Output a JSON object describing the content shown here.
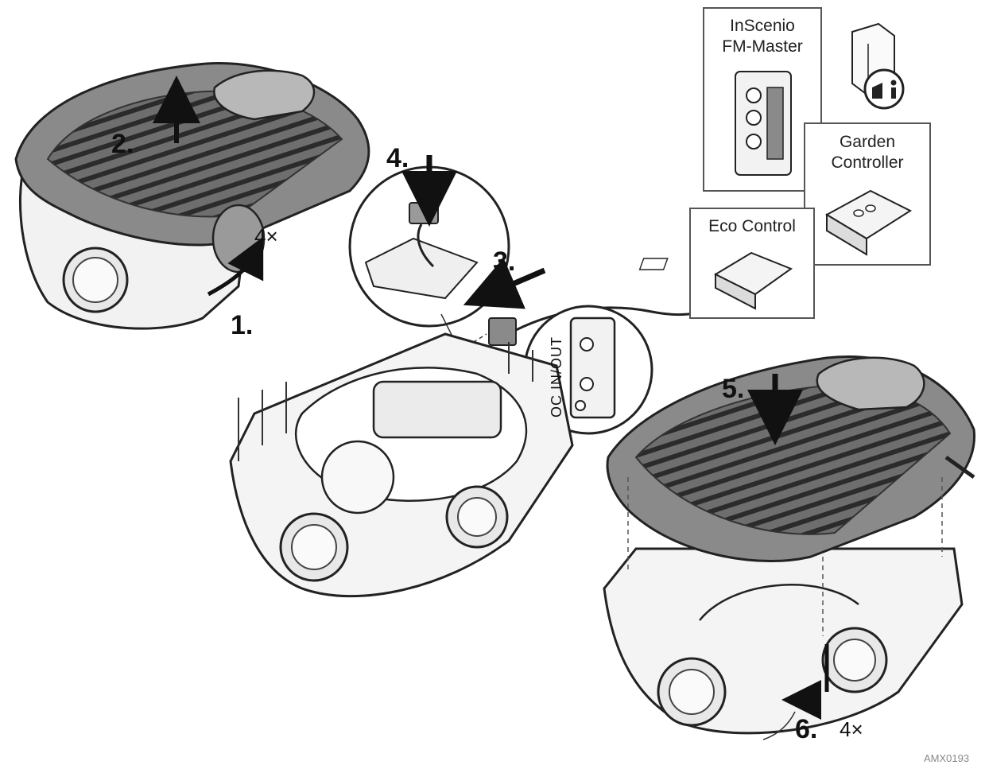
{
  "products": {
    "fm_master": "InScenio\nFM-Master",
    "garden_controller": "Garden\nController",
    "eco_control": "Eco Control"
  },
  "steps": {
    "s1": "1.",
    "s2": "2.",
    "s3": "3.",
    "s4": "4.",
    "s5": "5.",
    "s6": "6."
  },
  "counts": {
    "screws_top": "4×",
    "screws_bottom": "4×"
  },
  "port_label": "OC IN/OUT",
  "reference": "AMX0193",
  "icons": [
    "manual-booklet-icon",
    "read-manual-icon",
    "arrow-icon"
  ]
}
